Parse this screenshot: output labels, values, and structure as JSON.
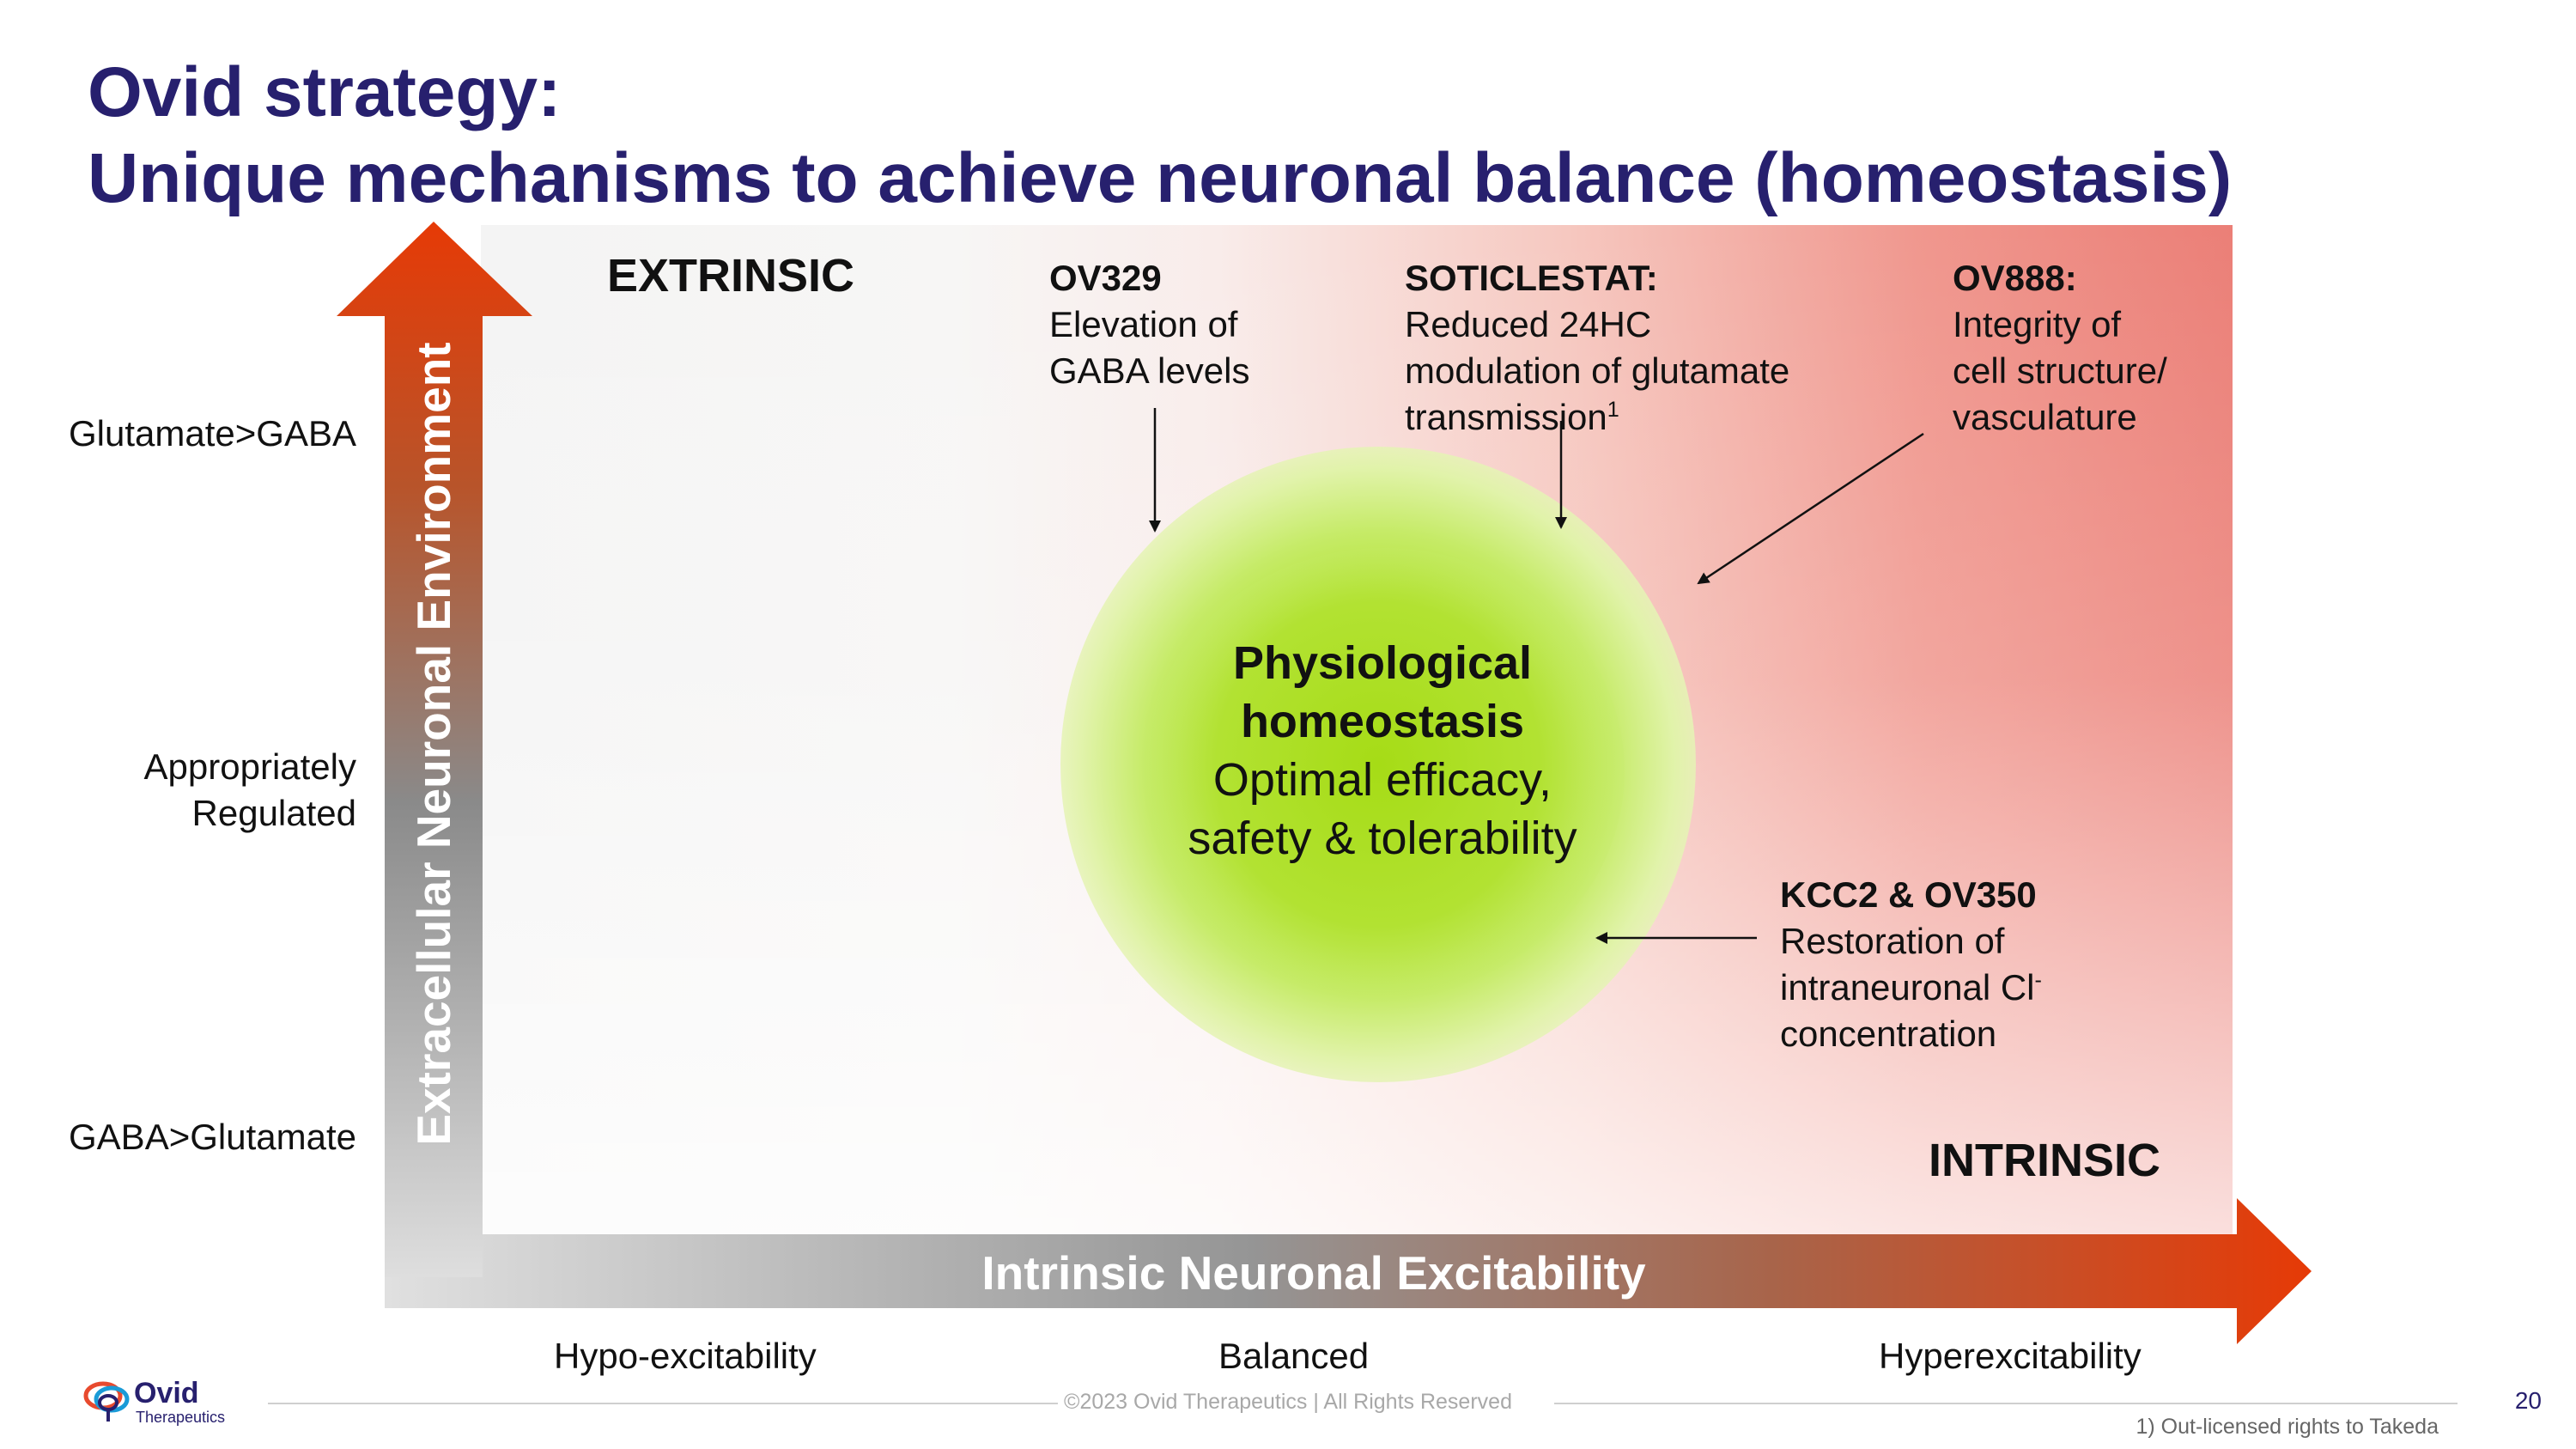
{
  "title": {
    "line1": "Ovid strategy:",
    "line2": "Unique mechanisms to achieve neuronal balance (homeostasis)"
  },
  "y_axis": {
    "label": "Extracellular Neuronal Environment",
    "ticks": {
      "top": "Glutamate>GABA",
      "mid_line1": "Appropriately",
      "mid_line2": "Regulated",
      "bottom": "GABA>Glutamate"
    }
  },
  "x_axis": {
    "label": "Intrinsic Neuronal Excitability",
    "ticks": {
      "left": "Hypo-excitability",
      "mid": "Balanced",
      "right": "Hyperexcitability"
    }
  },
  "corners": {
    "top_left": "EXTRINSIC",
    "bottom_right": "INTRINSIC"
  },
  "center": {
    "line1": "Physiological",
    "line2": "homeostasis",
    "line3": "Optimal efficacy,",
    "line4": "safety & tolerability"
  },
  "annotations": {
    "ov329": {
      "head": "OV329",
      "line1": "Elevation of",
      "line2": "GABA levels"
    },
    "soticlestat": {
      "head": "SOTICLESTAT:",
      "line1": "Reduced 24HC",
      "line2": "modulation of glutamate",
      "line3": "transmission",
      "sup": "1"
    },
    "ov888": {
      "head": "OV888:",
      "line1": "Integrity of",
      "line2": "cell structure/",
      "line3": "vasculature"
    },
    "kcc2": {
      "head": "KCC2 & OV350",
      "line1": "Restoration of",
      "line2": "intraneuronal Cl",
      "sup": "-",
      "line3": "concentration"
    }
  },
  "footer": {
    "copyright": "©2023 Ovid Therapeutics | All Rights Reserved",
    "page_number": "20",
    "footnote": "1) Out-licensed rights to Takeda",
    "logo_name": "Ovid",
    "logo_sub": "Therapeutics"
  },
  "colors": {
    "title": "#27206e",
    "arrow_start": "#e63a06",
    "arrow_mid": "#8a8a8a",
    "arrow_end": "#dcdcdc",
    "homeostasis": "#a6dc16",
    "hyper_tint": "#eb7f77"
  }
}
